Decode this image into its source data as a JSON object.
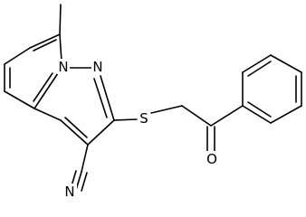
{
  "molecule": {
    "atom_labels": {
      "nitrogen_bridge": "N",
      "nitrogen_pyrazole": "N",
      "sulfur": "S",
      "oxygen": "O",
      "nitrile_nitrogen": "N"
    },
    "colors": {
      "bond": "#000000",
      "label": "#000000",
      "background": "#ffffff"
    }
  }
}
